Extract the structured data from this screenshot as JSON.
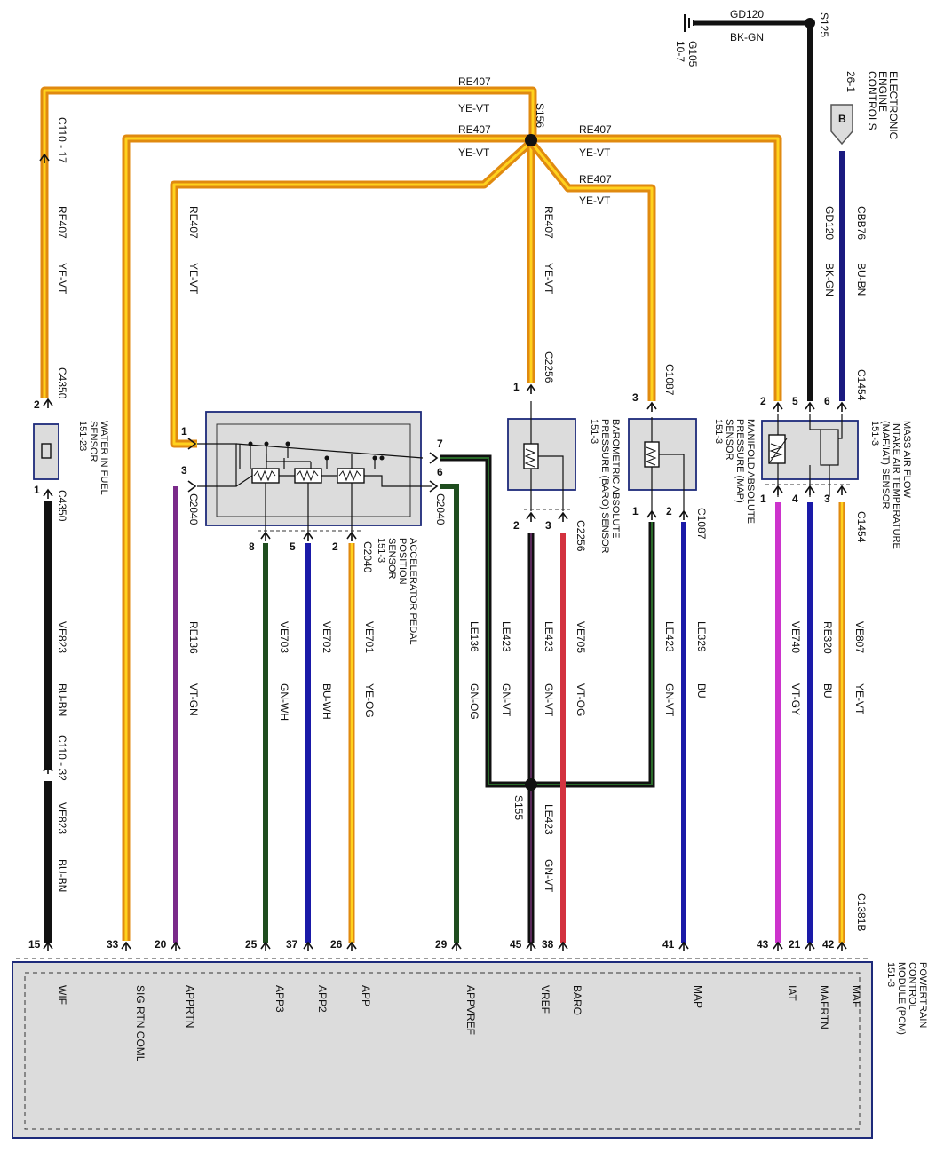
{
  "wires_top": {
    "gd120_top": "GD120",
    "bkgn_top": "BK-GN",
    "s125": "S125",
    "g105": "G105",
    "g105_ref": "10-7",
    "re407_a": "RE407",
    "yevt_a": "YE-VT",
    "re407_b": "RE407",
    "yevt_b": "YE-VT",
    "s156": "S156",
    "re407_c": "RE407",
    "yevt_c": "YE-VT",
    "re407_d": "RE407",
    "yevt_d": "YE-VT",
    "c110_17": "C110 - 17",
    "re407_left": "RE407",
    "yevt_left": "YE-VT",
    "re407_mid": "RE407",
    "yevt_mid": "YE-VT",
    "re407_s156": "RE407",
    "yevt_s156": "YE-VT",
    "eec_ref": "26-1",
    "eec_title_1": "ELECTRONIC",
    "eec_title_2": "ENGINE",
    "eec_title_3": "CONTROLS",
    "eec_pin": "B",
    "gd120_v": "GD120",
    "bkgn_v": "BK-GN",
    "cbb76": "CBB76",
    "bubn": "BU-BN",
    "c4350_top": "C4350",
    "c2256_top": "C2256",
    "c1087_top": "C1087",
    "c1454_top": "C1454"
  },
  "sensors": {
    "wif_title_1": "WATER IN FUEL",
    "wif_title_2": "SENSOR",
    "wif_ref": "151-23",
    "app_title_1": "ACCELERATOR PEDAL",
    "app_title_2": "POSITION",
    "app_title_3": "SENSOR",
    "app_ref": "151-3",
    "baro_title_1": "BAROMETRIC ABSOLUTE",
    "baro_title_2": "PRESSURE (BARO) SENSOR",
    "baro_ref": "151-3",
    "map_title_1": "MANIFOLD ABSOLUTE",
    "map_title_2": "PRESSURE (MAP)",
    "map_title_3": "SENSOR",
    "map_ref": "151-3",
    "maf_title_1": "MASS AIR FLOW",
    "maf_title_2": "INTAKE AIR TEMPERATURE",
    "maf_title_3": "(MAF/IAT) SENSOR",
    "maf_ref": "151-3"
  },
  "connectors": {
    "c4350_bot": "C4350",
    "c2040_l": "C2040",
    "c2040_r": "C2040",
    "c2040_b": "C2040",
    "c2256_b": "C2256",
    "c1087_b": "C1087",
    "c1454_b": "C1454",
    "c110_32": "C110 - 32",
    "s155": "S155",
    "c1381b": "C1381B"
  },
  "wires_bottom": [
    {
      "circuit": "VE823",
      "color": "BU-BN"
    },
    {
      "circuit": "VE823",
      "color": "BU-BN"
    },
    {
      "circuit": "RE136",
      "color": "VT-GN"
    },
    {
      "circuit": "VE703",
      "color": "GN-WH"
    },
    {
      "circuit": "VE702",
      "color": "BU-WH"
    },
    {
      "circuit": "VE701",
      "color": "YE-OG"
    },
    {
      "circuit": "LE136",
      "color": "GN-OG"
    },
    {
      "circuit": "LE423",
      "color": "GN-VT"
    },
    {
      "circuit": "LE423",
      "color": "GN-VT"
    },
    {
      "circuit": "VE705",
      "color": "VT-OG"
    },
    {
      "circuit": "LE423",
      "color": "GN-VT"
    },
    {
      "circuit": "LE329",
      "color": "BU"
    },
    {
      "circuit": "VE740",
      "color": "VT-GY"
    },
    {
      "circuit": "RE320",
      "color": "BU"
    },
    {
      "circuit": "VE807",
      "color": "YE-VT"
    },
    {
      "circuit": "LE423",
      "color": "GN-VT"
    }
  ],
  "pcm": {
    "title_1": "POWERTRAIN",
    "title_2": "CONTROL",
    "title_3": "MODULE (PCM)",
    "ref": "151-3",
    "terminals": [
      {
        "pin": "15",
        "name": "WIF"
      },
      {
        "pin": "33",
        "name": "SIG RTN COML"
      },
      {
        "pin": "20",
        "name": "APPRTN"
      },
      {
        "pin": "25",
        "name": "APP3"
      },
      {
        "pin": "37",
        "name": "APP2"
      },
      {
        "pin": "26",
        "name": "APP"
      },
      {
        "pin": "29",
        "name": "APPVREF"
      },
      {
        "pin": "45",
        "name": "VREF"
      },
      {
        "pin": "38",
        "name": "BARO"
      },
      {
        "pin": "41",
        "name": "MAP"
      },
      {
        "pin": "43",
        "name": "IAT"
      },
      {
        "pin": "21",
        "name": "MAFRTN"
      },
      {
        "pin": "42",
        "name": "MAF"
      }
    ]
  },
  "pins": {
    "wif_2": "2",
    "wif_1": "1",
    "app_1": "1",
    "app_3": "3",
    "app_7": "7",
    "app_6": "6",
    "app_8": "8",
    "app_5": "5",
    "app_2": "2",
    "baro_1": "1",
    "baro_2": "2",
    "baro_3": "3",
    "map_3": "3",
    "map_1": "1",
    "map_2": "2",
    "maf_2": "2",
    "maf_5": "5",
    "maf_6": "6",
    "maf_1": "1",
    "maf_4": "4",
    "maf_3": "3"
  },
  "colors": {
    "orange": "#f0a020",
    "yellow": "#ffd21e",
    "black": "#111111",
    "blue": "#1a1aa8",
    "violet": "#7a2a8a",
    "green": "#1f4d1f",
    "red": "#d3323f",
    "magenta": "#cc33cc",
    "box_border": "#1d2a7a"
  }
}
